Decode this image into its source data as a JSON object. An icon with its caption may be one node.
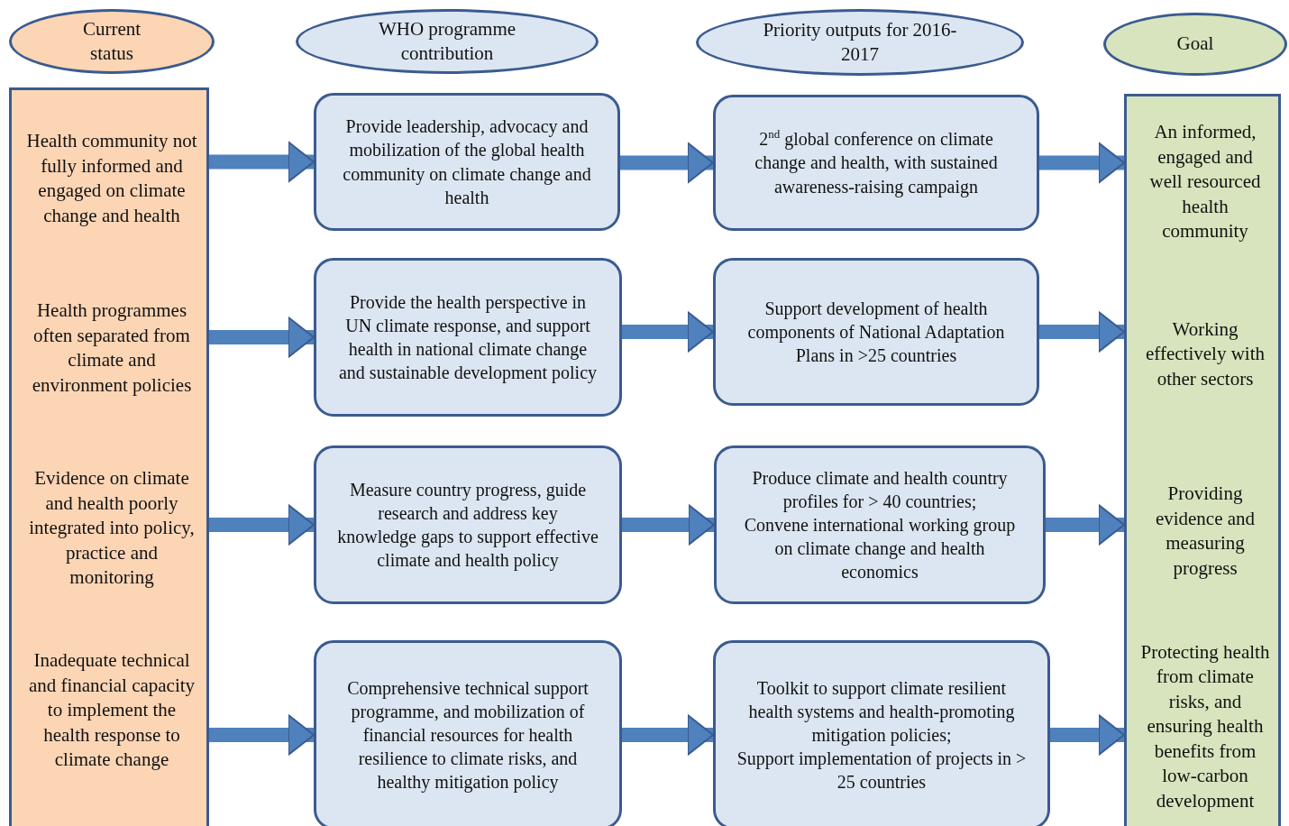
{
  "diagram": {
    "nodes": [
      {
        "text": [
          "Current status"
        ]
      },
      {
        "text": [
          "WHO programme contribution"
        ]
      },
      {
        "text": [
          "Priority outputs for 2016-2017"
        ]
      },
      {
        "text": [
          "Goal"
        ]
      },
      {
        "text": [],
        "shape": "bar"
      },
      {
        "text": [
          "Health community not fully informed and engaged on climate change and health"
        ],
        "in": 4
      },
      {
        "text": [
          "Health programmes often separated from climate and environment policies"
        ],
        "in": 4
      },
      {
        "text": [
          "Evidence on climate and health poorly integrated into policy, practice and monitoring"
        ],
        "in": 4
      },
      {
        "text": [
          "Inadequate technical and financial capacity to implement the health response to climate change"
        ],
        "in": 4
      },
      {
        "text": [
          "Provide leadership, advocacy and mobilization of the global health community on climate change and health"
        ]
      },
      {
        "text": [
          "Provide the health perspective in UN climate response, and support health in national climate change and sustainable development policy"
        ]
      },
      {
        "text": [
          "Measure country progress, guide research and address key knowledge gaps to support effective climate and health policy"
        ]
      },
      {
        "text": [
          "Comprehensive technical support programme, and mobilization of financial resources for health resilience to climate risks, and healthy mitigation policy"
        ]
      },
      {
        "text": [
          "2$^{nd}$ global conference on climate change and health, with sustained awareness-raising campaign"
        ]
      },
      {
        "text": [
          "Support development of health components of National Adaptation Plans in >25 countries"
        ]
      },
      {
        "text": [
          "Produce climate and health country profiles for > 40 countries;",
          "Convene international working group on climate change and health economics"
        ]
      },
      {
        "text": [
          "Toolkit to support climate resilient health systems and health-promoting mitigation policies;",
          "Support implementation of projects in > 25 countries"
        ]
      },
      {
        "text": [],
        "shape": "bar"
      },
      {
        "text": [
          "An informed, engaged and well resourced health community"
        ],
        "in": 17
      },
      {
        "text": [
          "Working effectively with other sectors"
        ],
        "in": 17
      },
      {
        "text": [
          "Providing evidence and measuring progress"
        ],
        "in": 17
      },
      {
        "text": [
          "Protecting health from climate risks, and ensuring health benefits from low-carbon development"
        ],
        "in": 17
      }
    ],
    "edges": [
      {
        "from": 5,
        "to": 9,
        "arrow": "to"
      },
      {
        "from": 9,
        "to": 13,
        "arrow": "to"
      },
      {
        "from": 13,
        "to": 18,
        "arrow": "to"
      },
      {
        "from": 6,
        "to": 10,
        "arrow": "to"
      },
      {
        "from": 10,
        "to": 14,
        "arrow": "to"
      },
      {
        "from": 14,
        "to": 19,
        "arrow": "to"
      },
      {
        "from": 7,
        "to": 11,
        "arrow": "to"
      },
      {
        "from": 11,
        "to": 15,
        "arrow": "to"
      },
      {
        "from": 15,
        "to": 20,
        "arrow": "to"
      },
      {
        "from": 8,
        "to": 12,
        "arrow": "to"
      },
      {
        "from": 12,
        "to": 16,
        "arrow": "to"
      },
      {
        "from": 16,
        "to": 21,
        "arrow": "to"
      }
    ]
  }
}
